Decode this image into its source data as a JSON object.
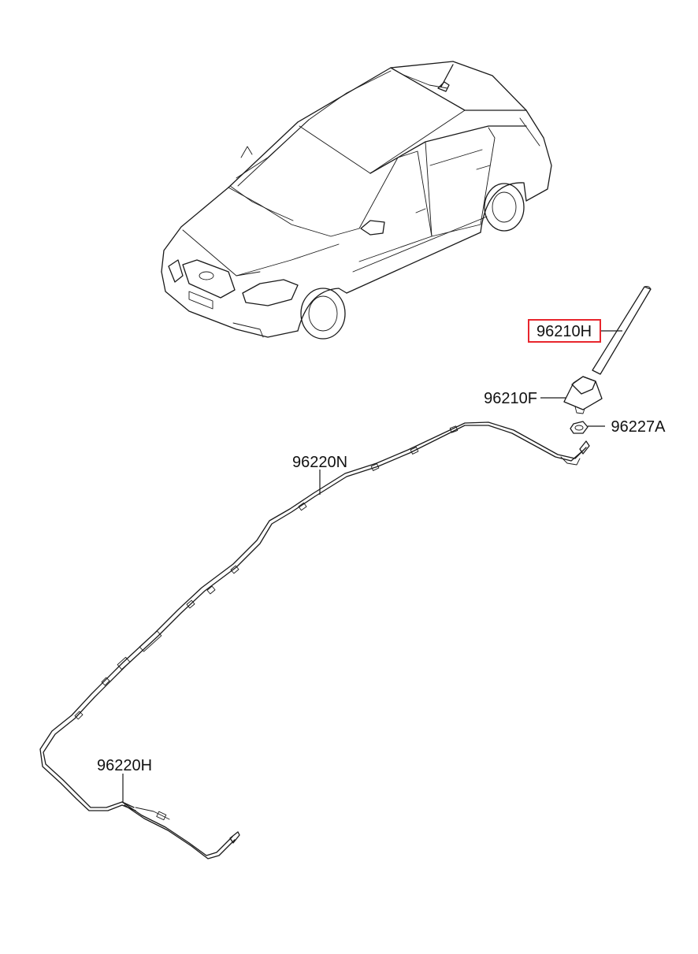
{
  "diagram": {
    "parts": [
      {
        "id": "antenna-rod",
        "number": "96210H",
        "highlighted": true
      },
      {
        "id": "antenna-base",
        "number": "96210F",
        "highlighted": false
      },
      {
        "id": "antenna-nut",
        "number": "96227A",
        "highlighted": false
      },
      {
        "id": "main-feeder-cable",
        "number": "96220N",
        "highlighted": false
      },
      {
        "id": "extension-cable",
        "number": "96220H",
        "highlighted": false
      }
    ],
    "highlight_color": "#e8262d",
    "line_color": "#1a1a1a"
  }
}
